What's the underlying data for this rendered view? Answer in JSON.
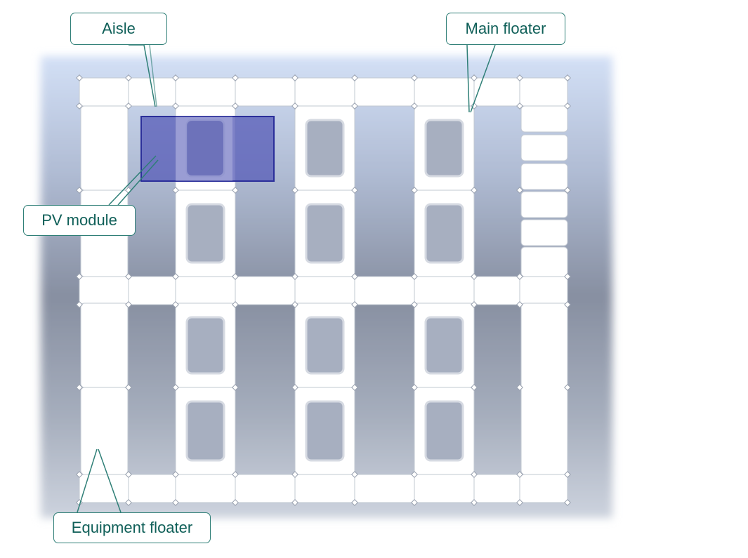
{
  "labels": {
    "aisle": "Aisle",
    "main_floater": "Main floater",
    "pv_module": "PV module",
    "equipment_floater": "Equipment floater"
  },
  "colors": {
    "callout_border": "#2f7f77",
    "callout_text": "#0f5f58",
    "water_top": "#cfdcf2",
    "water_mid": "#8a93a5",
    "water_bottom": "#c6ccd8",
    "floater_fill": "#ffffff",
    "floater_outline": "#c2c8d2",
    "pv_module_fill": "#5a5fb8",
    "pv_module_border": "#2b2f9a"
  }
}
